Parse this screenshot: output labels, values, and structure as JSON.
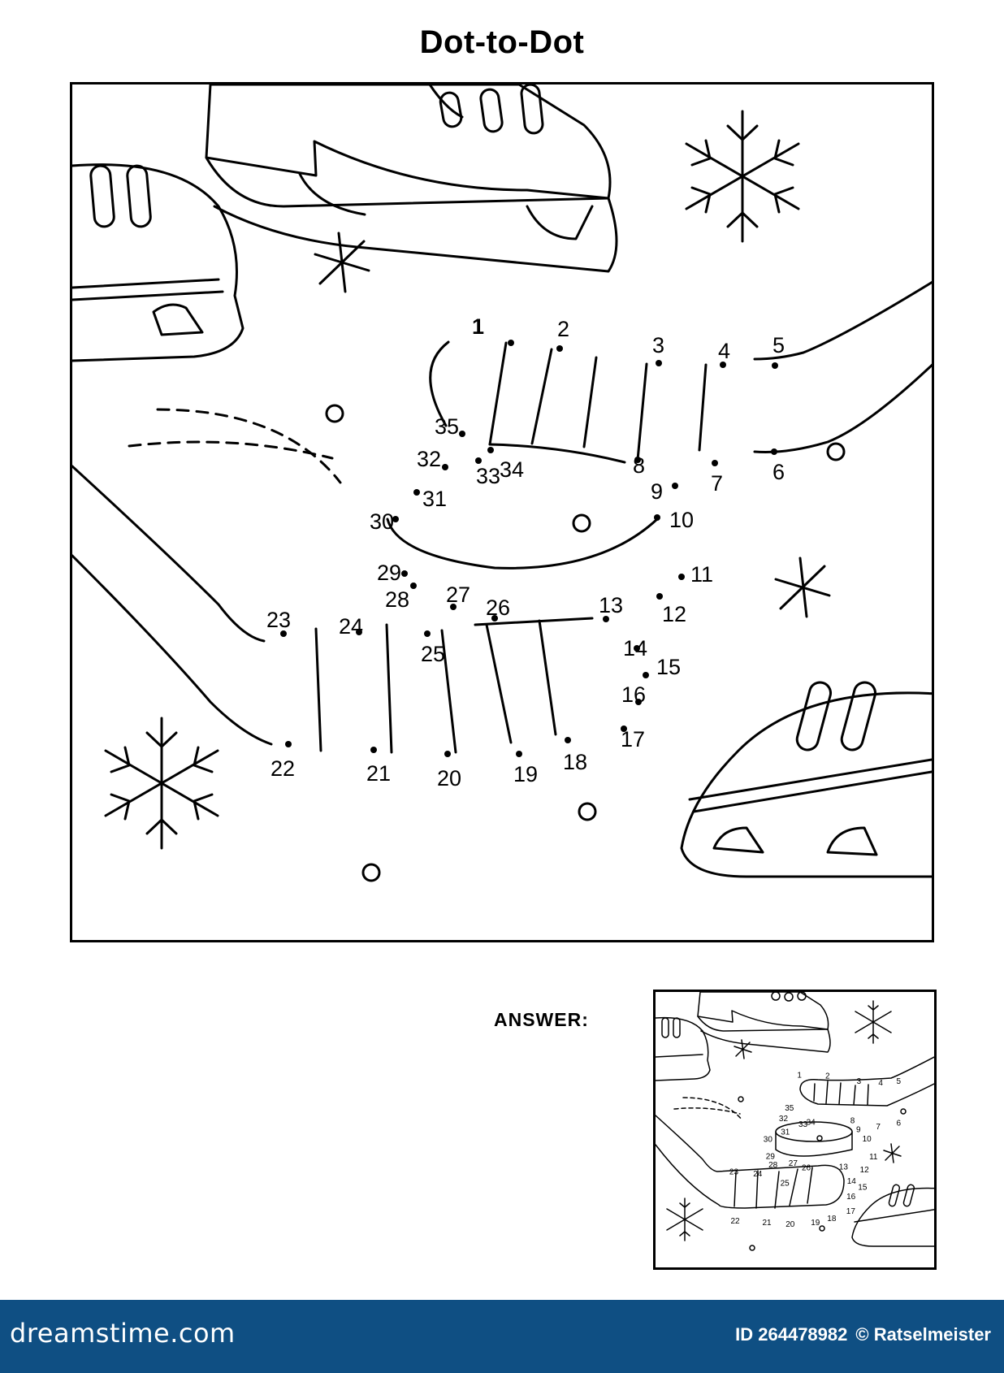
{
  "title": "Dot-to-Dot",
  "dots": [
    {
      "n": "1"
    },
    {
      "n": "2"
    },
    {
      "n": "3"
    },
    {
      "n": "4"
    },
    {
      "n": "5"
    },
    {
      "n": "6"
    },
    {
      "n": "7"
    },
    {
      "n": "8"
    },
    {
      "n": "9"
    },
    {
      "n": "10"
    },
    {
      "n": "11"
    },
    {
      "n": "12"
    },
    {
      "n": "13"
    },
    {
      "n": "14"
    },
    {
      "n": "15"
    },
    {
      "n": "16"
    },
    {
      "n": "17"
    },
    {
      "n": "18"
    },
    {
      "n": "19"
    },
    {
      "n": "20"
    },
    {
      "n": "21"
    },
    {
      "n": "22"
    },
    {
      "n": "23"
    },
    {
      "n": "24"
    },
    {
      "n": "25"
    },
    {
      "n": "26"
    },
    {
      "n": "27"
    },
    {
      "n": "28"
    },
    {
      "n": "29"
    },
    {
      "n": "30"
    },
    {
      "n": "31"
    },
    {
      "n": "32"
    },
    {
      "n": "33"
    },
    {
      "n": "34"
    },
    {
      "n": "35"
    }
  ],
  "answer": {
    "label": "ANSWER:"
  },
  "footer": {
    "logo": "dreamstime.com",
    "id_text": "ID 264478982",
    "author": "© Ratselmeister",
    "bg_color": "#0f4f83"
  },
  "icons": [
    "ice-skate-icon",
    "snowflake-icon",
    "hockey-stick-icon",
    "hockey-puck-icon"
  ]
}
